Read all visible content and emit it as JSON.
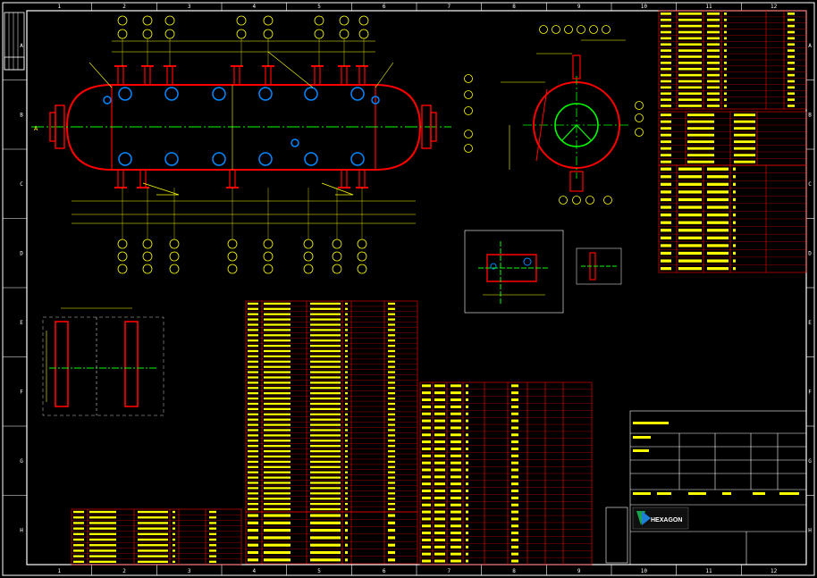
{
  "drawing": {
    "colors": {
      "background": "#000000",
      "frame": "#ffffff",
      "vessel": "#ff0000",
      "nozzle": "#ffff00",
      "centerline": "#00ff00",
      "openings": "#0088ff",
      "table_grid": "#ff0000",
      "table_text": "#ffff00"
    },
    "column_labels": [
      "1",
      "2",
      "3",
      "4",
      "5",
      "6",
      "7",
      "8",
      "9",
      "10",
      "11",
      "12"
    ],
    "row_labels": [
      "A",
      "B",
      "C",
      "D",
      "E",
      "F",
      "G",
      "H"
    ],
    "company_logo_text": "HEXAGON",
    "section_mark": "A"
  }
}
